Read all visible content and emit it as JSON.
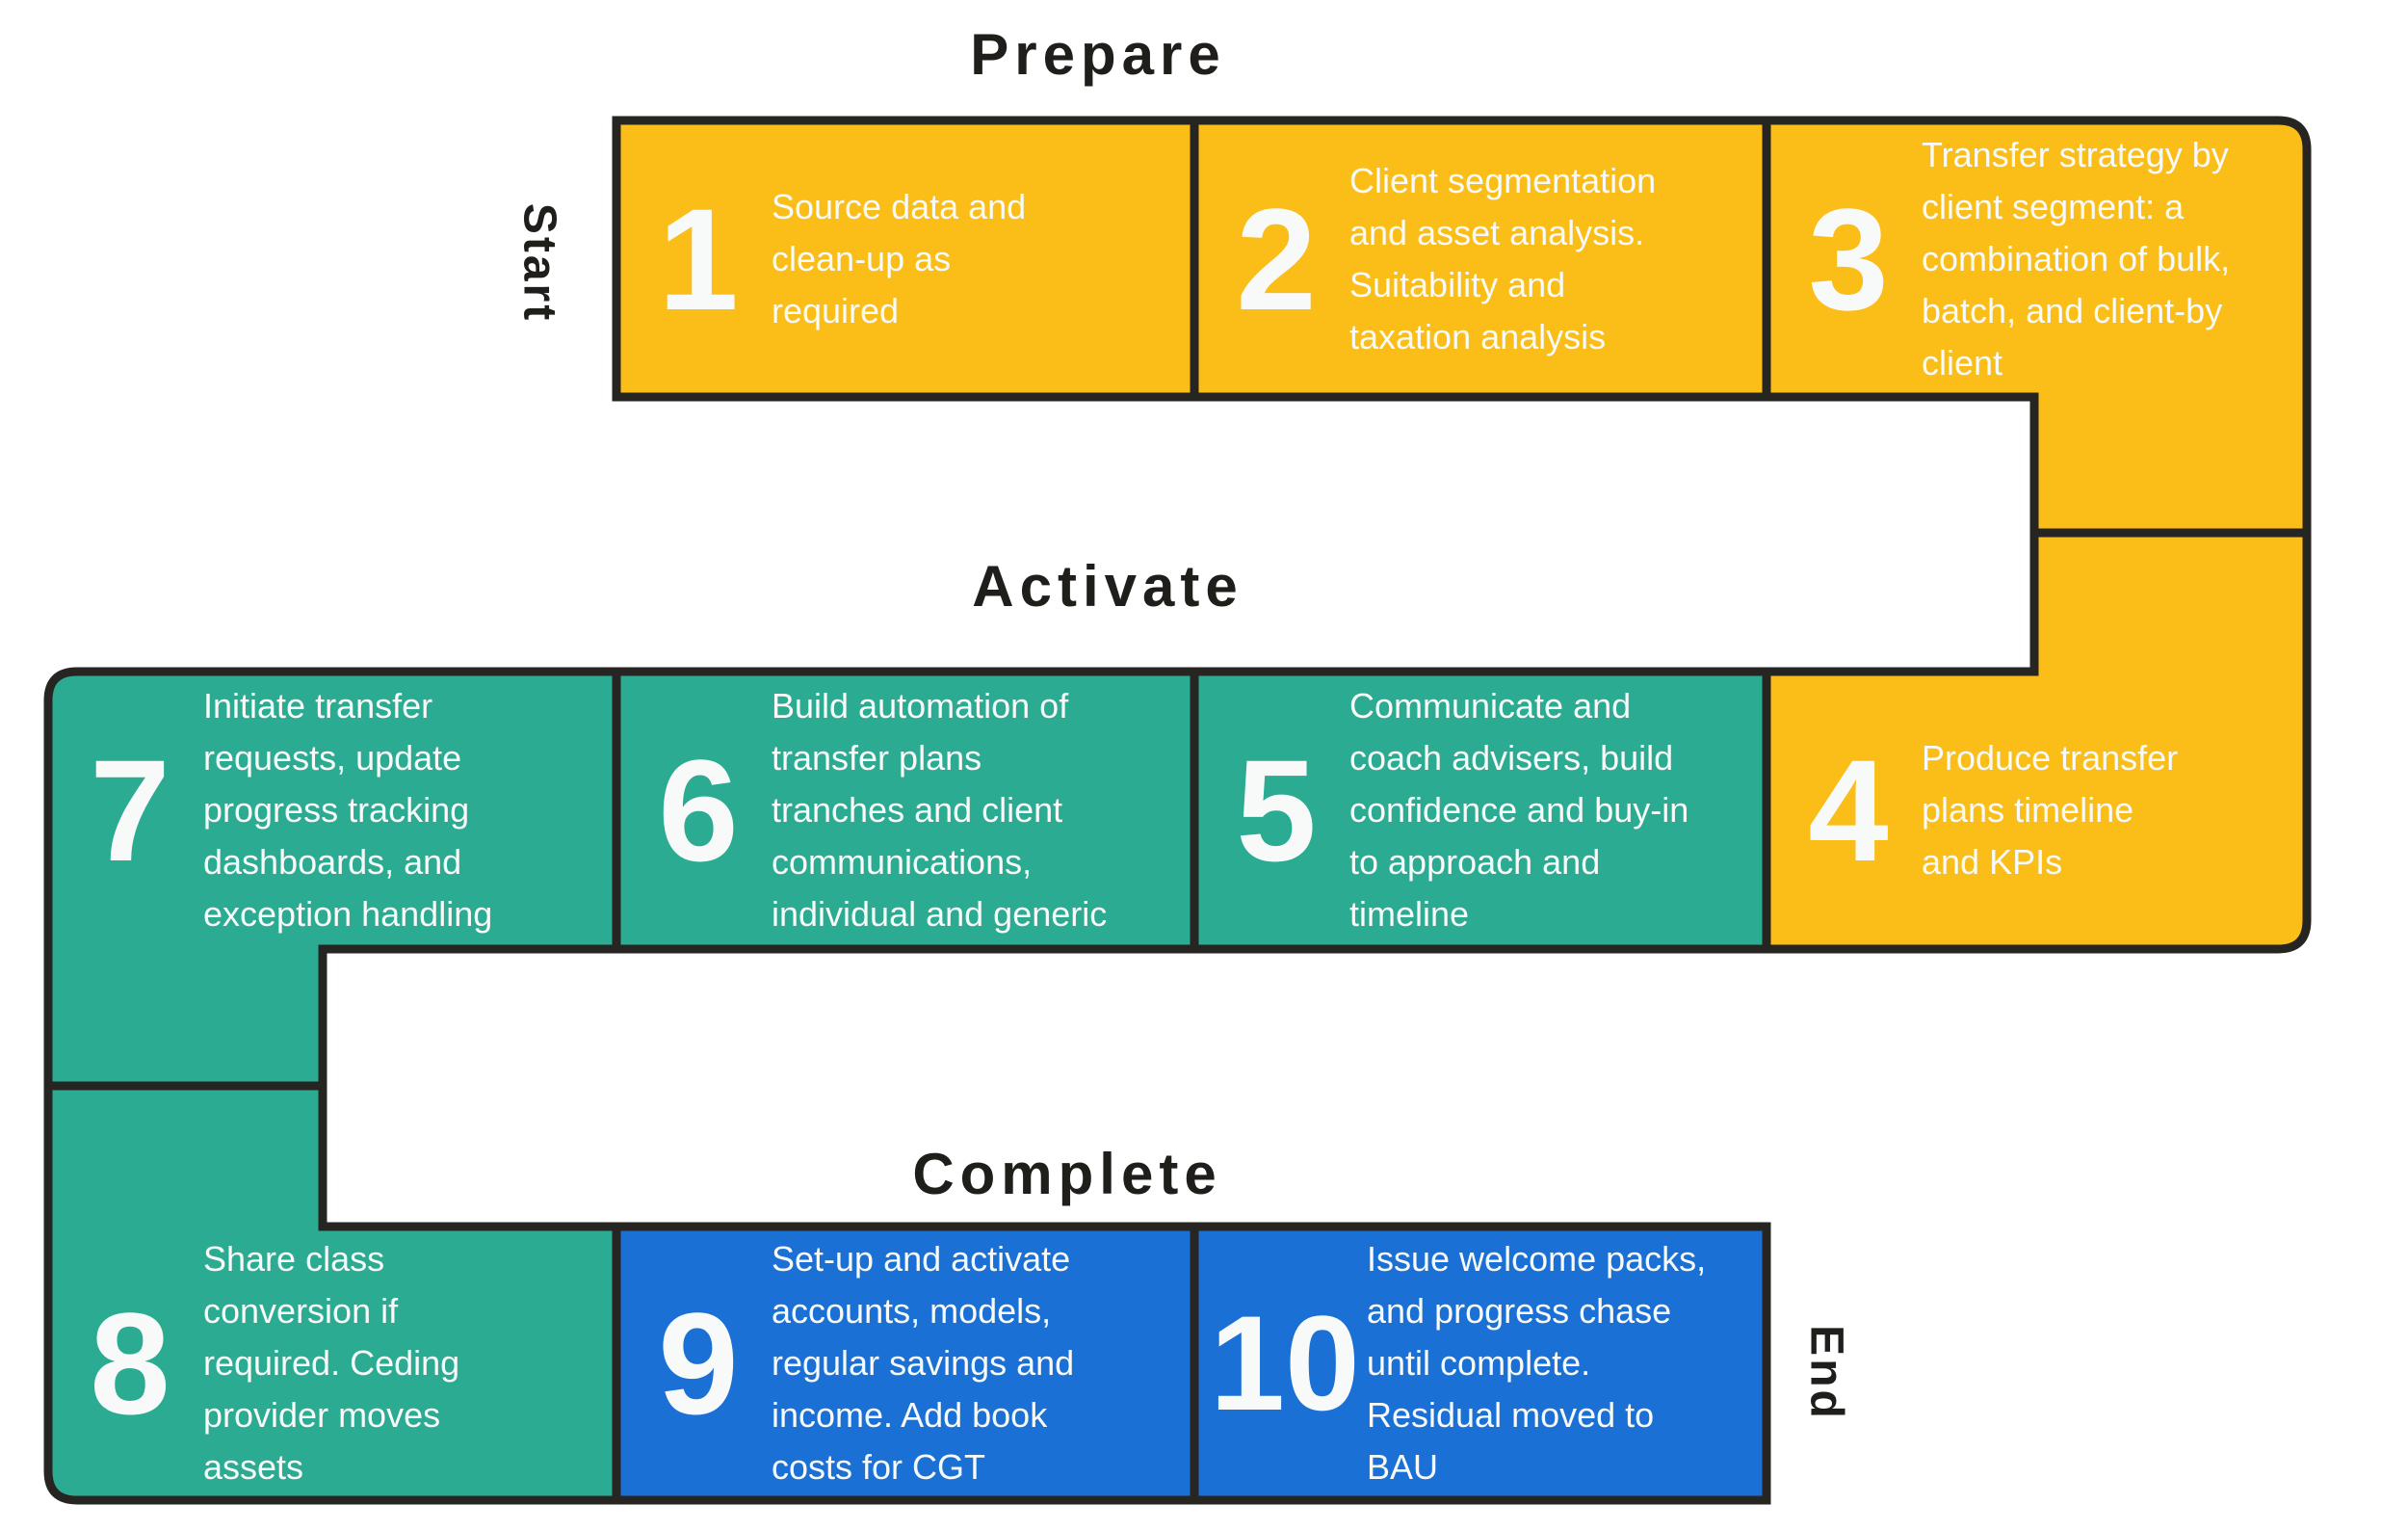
{
  "diagram": {
    "phases": [
      {
        "id": "prepare",
        "label": "Prepare",
        "color": "#FBBD17"
      },
      {
        "id": "activate",
        "label": "Activate",
        "color": "#2BAB92"
      },
      {
        "id": "complete",
        "label": "Complete",
        "color": "#1B70D5"
      }
    ],
    "flow_labels": {
      "start": "Start",
      "end": "End"
    },
    "steps": [
      {
        "num": "1",
        "phase": "prepare",
        "text": "Source data and\nclean-up as\nrequired"
      },
      {
        "num": "2",
        "phase": "prepare",
        "text": "Client segmentation\nand asset analysis.\nSuitability and\ntaxation analysis"
      },
      {
        "num": "3",
        "phase": "prepare",
        "text": "Transfer strategy by\nclient segment: a\ncombination of bulk,\nbatch, and client-by\nclient"
      },
      {
        "num": "4",
        "phase": "prepare",
        "text": "Produce transfer\nplans timeline\nand KPIs"
      },
      {
        "num": "5",
        "phase": "activate",
        "text": "Communicate and\ncoach advisers, build\nconfidence and buy-in\nto approach and\ntimeline"
      },
      {
        "num": "6",
        "phase": "activate",
        "text": "Build automation of\ntransfer plans\ntranches and client\ncommunications,\nindividual and generic"
      },
      {
        "num": "7",
        "phase": "activate",
        "text": "Initiate transfer\nrequests, update\nprogress tracking\ndashboards, and\nexception handling"
      },
      {
        "num": "8",
        "phase": "activate",
        "text": "Share class\nconversion if\nrequired. Ceding\nprovider moves\nassets"
      },
      {
        "num": "9",
        "phase": "complete",
        "text": "Set-up and activate\naccounts, models,\nregular savings and\nincome. Add book\ncosts for CGT"
      },
      {
        "num": "10",
        "phase": "complete",
        "text": "Issue welcome packs,\nand progress chase\nuntil complete.\nResidual moved to\nBAU"
      }
    ],
    "colors": {
      "border": "#272521",
      "step_text": "#F7FAF8",
      "heading_text": "#1F1E1B",
      "background": "#FFFFFF"
    }
  }
}
